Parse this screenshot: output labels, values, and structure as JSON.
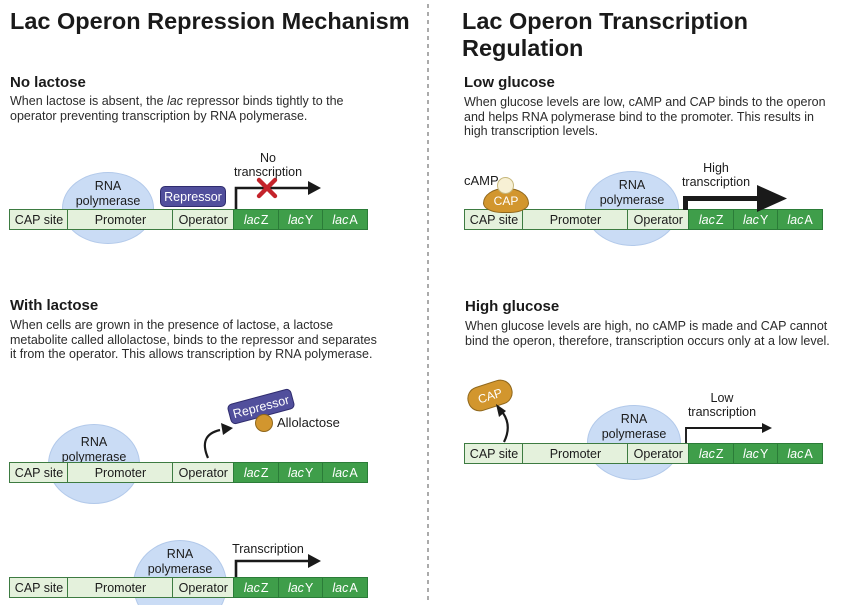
{
  "left_panel": {
    "title": "Lac Operon Repression Mechanism",
    "no_lactose": {
      "heading": "No lactose",
      "p_before": "When lactose is absent, the ",
      "p_italic": "lac",
      "p_after": " repressor binds tightly to the\noperator preventing transcription by RNA polymerase."
    },
    "with_lactose": {
      "heading": "With lactose",
      "paragraph": "When cells are grown in the presence of lactose, a lactose\nmetabolite called allolactose, binds to the repressor and separates\nit from the operator. This allows transcription by RNA polymerase."
    }
  },
  "right_panel": {
    "title": "Lac Operon Transcription Regulation",
    "low_glucose": {
      "heading": "Low glucose",
      "paragraph": "When glucose levels are low, cAMP and CAP binds to the operon\nand helps RNA polymerase bind to the promoter.  This results in\nhigh transcription levels."
    },
    "high_glucose": {
      "heading": "High glucose",
      "paragraph": "When glucose levels are high, no cAMP is made and CAP cannot\nbind the operon, therefore, transcription occurs only at a low level."
    }
  },
  "dna": {
    "segments": [
      {
        "name": "cap-site",
        "type": "site",
        "label": "CAP site"
      },
      {
        "name": "promoter",
        "type": "site",
        "label": "Promoter"
      },
      {
        "name": "operator",
        "type": "site",
        "label": "Operator"
      },
      {
        "name": "lacZ",
        "type": "gene",
        "prefix": "lac",
        "suffix": "Z"
      },
      {
        "name": "lacY",
        "type": "gene",
        "prefix": "lac",
        "suffix": "Y"
      },
      {
        "name": "lacA",
        "type": "gene",
        "prefix": "lac",
        "suffix": "A"
      }
    ]
  },
  "labels": {
    "rna_polymerase": "RNA\npolymerase",
    "repressor": "Repressor",
    "allolactose": "Allolactose",
    "cap": "CAP",
    "camp": "cAMP",
    "no_transcription": "No\ntranscription",
    "transcription": "Transcription",
    "high_transcription": "High\ntranscription",
    "low_transcription": "Low\ntranscription"
  },
  "colors": {
    "site_fill": "#e4f1dc",
    "site_border": "#3d7b41",
    "gene_fill": "#3f9e4a",
    "gene_border": "#2b7c38",
    "polymerase_fill": "#cadcf5",
    "polymerase_border": "#b2c9ea",
    "repressor_fill": "#514f9c",
    "repressor_border": "#2f2c6e",
    "cap_fill": "#d2962e",
    "cap_border": "#8f671c",
    "camp_fill": "#f7f0d4",
    "camp_border": "#c7b87c",
    "x_red": "#c4232b",
    "arrow": "#1a1a1a"
  }
}
